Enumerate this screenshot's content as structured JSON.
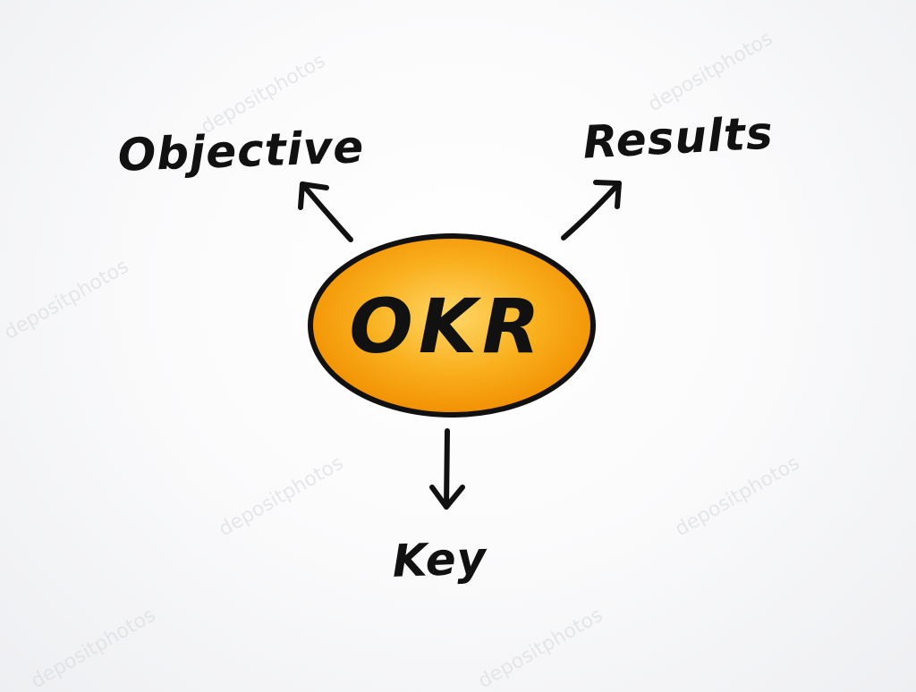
{
  "center": {
    "label": "OKR",
    "fill_light": "#FFD766",
    "fill_mid": "#F9AE1B",
    "fill_dark": "#F08C00",
    "stroke": "#111111"
  },
  "nodes": {
    "objective": "Objective",
    "results": "Results",
    "key": "Key"
  },
  "watermark": {
    "text": "depositphotos"
  }
}
